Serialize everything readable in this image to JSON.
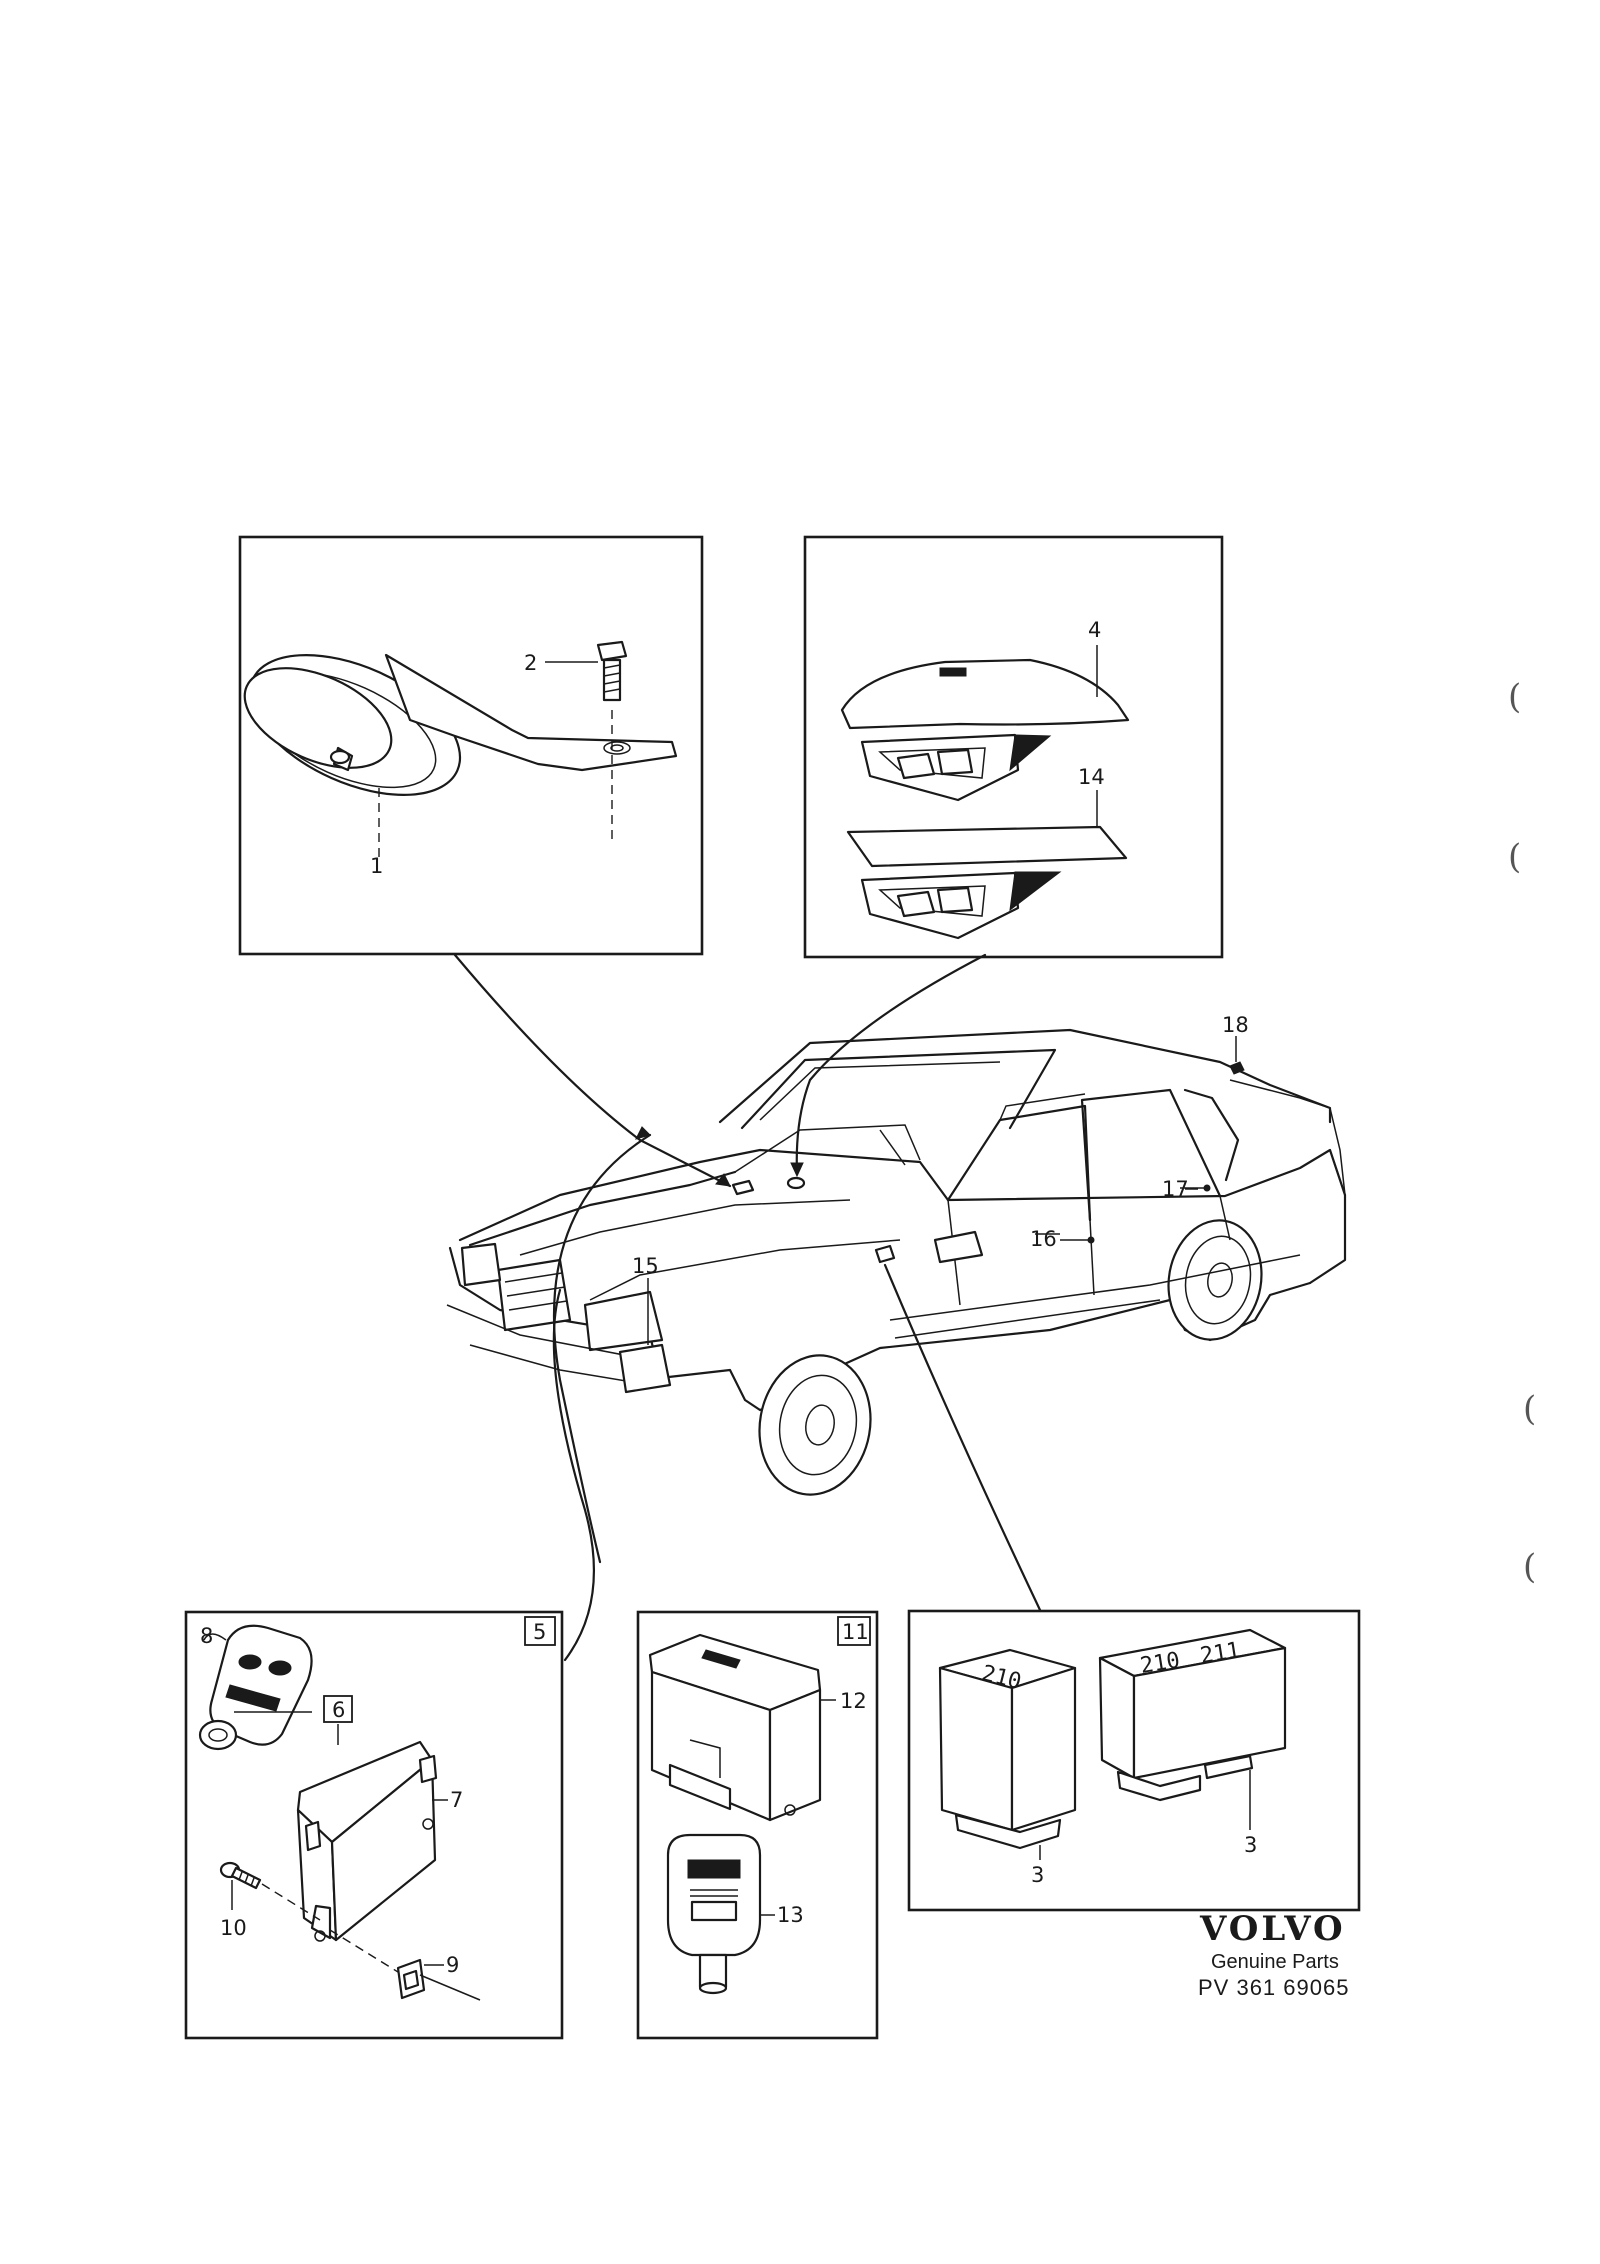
{
  "callouts": {
    "c1": "1",
    "c2": "2",
    "c3a": "3",
    "c3b": "3",
    "c4": "4",
    "c5": "5",
    "c6": "6",
    "c7": "7",
    "c8": "8",
    "c9": "9",
    "c10": "10",
    "c11": "11",
    "c12": "12",
    "c13": "13",
    "c14": "14",
    "c15": "15",
    "c16": "16",
    "c17": "17",
    "c18": "18"
  },
  "relays": {
    "left": "210",
    "right_a": "210",
    "right_b": "211"
  },
  "brand": {
    "name": "VOLVO",
    "tagline": "Genuine Parts",
    "code": "PV 361 69065"
  },
  "margin_marks": [
    "(",
    "(",
    "(",
    "("
  ]
}
